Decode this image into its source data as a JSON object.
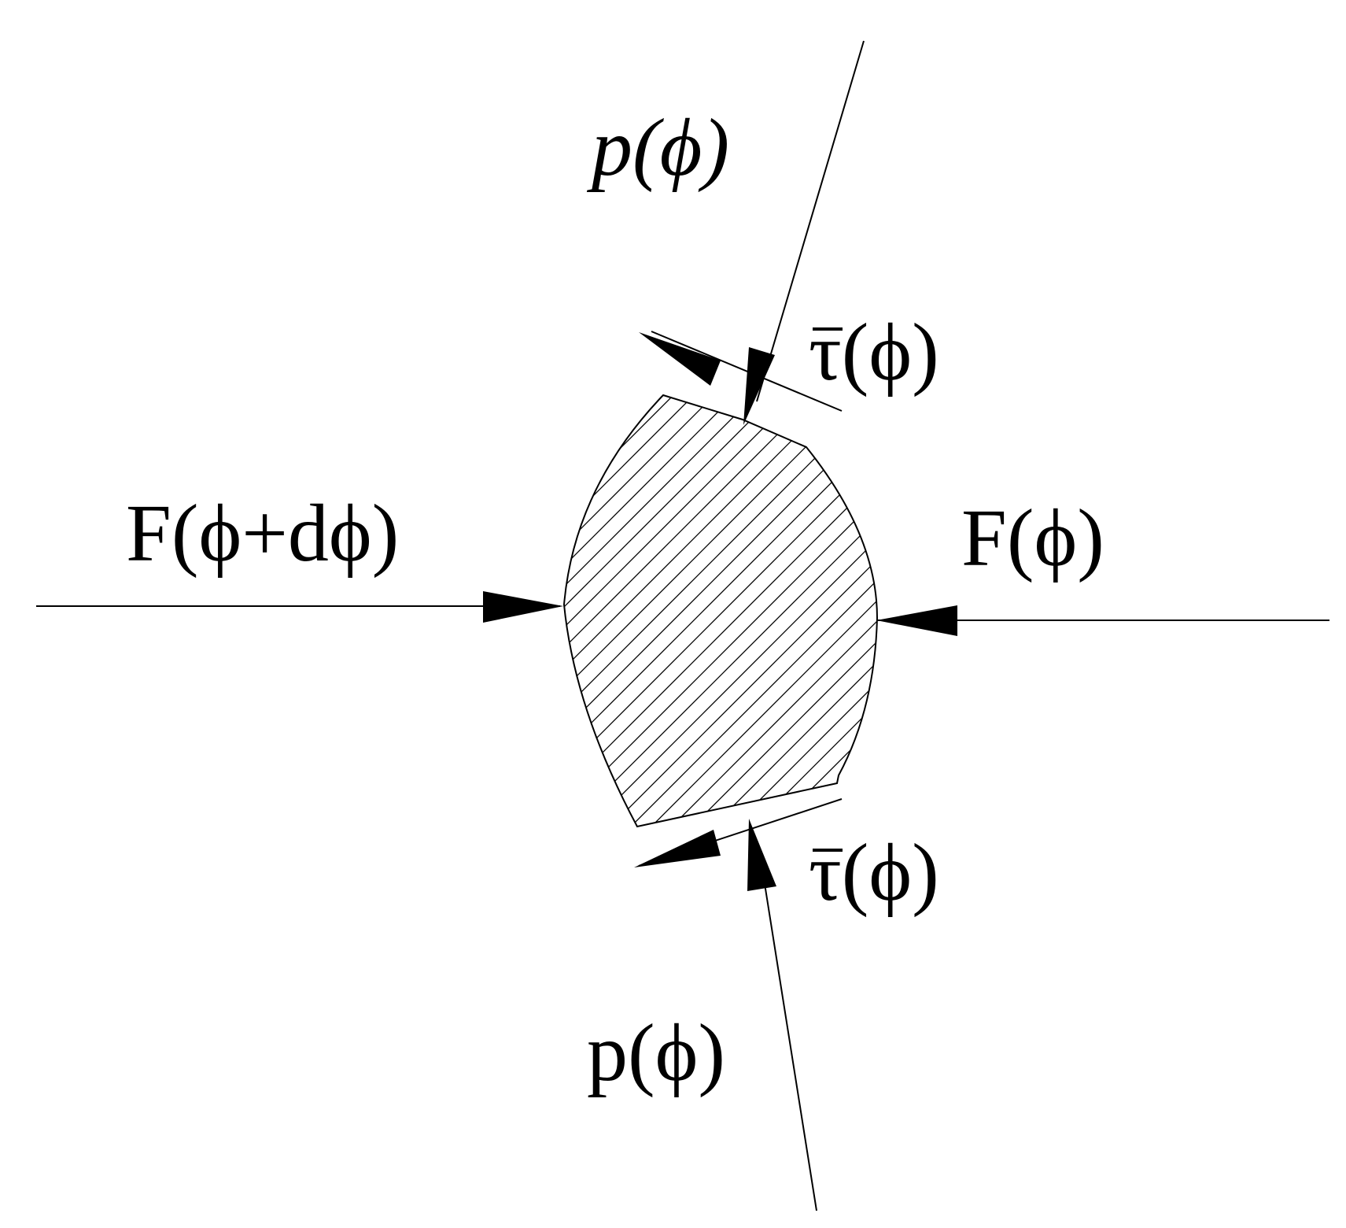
{
  "labels": {
    "p_top": "p(ϕ)",
    "tau_top": "τ(ϕ)",
    "f_left": "F(ϕ+dϕ)",
    "f_right": "F(ϕ)",
    "tau_bottom": "τ(ϕ)",
    "p_bottom": "p(ϕ)"
  },
  "colors": {
    "ink": "#000000",
    "background": "#ffffff"
  }
}
